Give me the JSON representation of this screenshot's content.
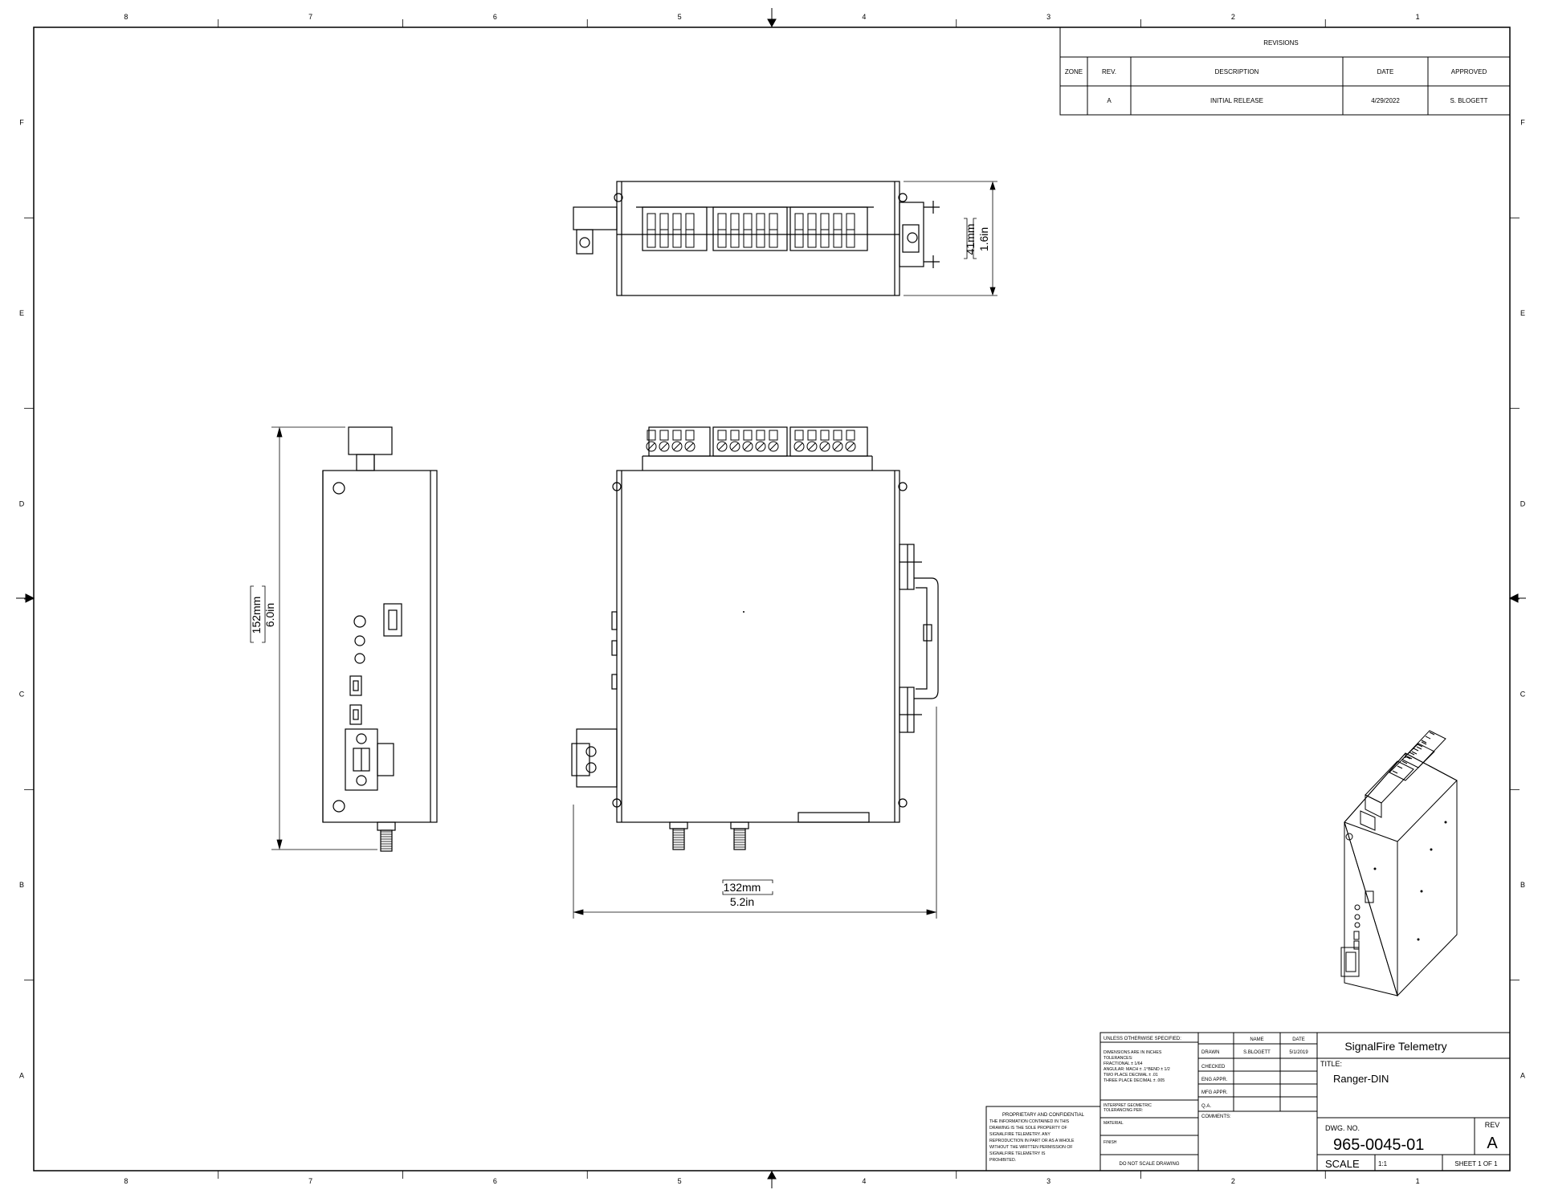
{
  "zones": {
    "top": [
      "8",
      "7",
      "6",
      "5",
      "4",
      "3",
      "2",
      "1"
    ],
    "bottom": [
      "8",
      "7",
      "6",
      "5",
      "4",
      "3",
      "2",
      "1"
    ],
    "left": [
      "F",
      "E",
      "D",
      "C",
      "B",
      "A"
    ],
    "right": [
      "F",
      "E",
      "D",
      "C",
      "B",
      "A"
    ]
  },
  "revisions": {
    "title": "REVISIONS",
    "headers": [
      "ZONE",
      "REV.",
      "DESCRIPTION",
      "DATE",
      "APPROVED"
    ],
    "rows": [
      {
        "zone": "",
        "rev": "A",
        "description": "INITIAL RELEASE",
        "date": "4/29/2022",
        "approved": "S. BLOGETT"
      }
    ]
  },
  "dimensions": {
    "height": {
      "mm": "152mm",
      "in": "6.0in"
    },
    "width": {
      "mm": "132mm",
      "in": "5.2in"
    },
    "depth": {
      "mm": "41mm",
      "in": "1.6in"
    }
  },
  "title_block": {
    "unless_otherwise": "UNLESS OTHERWISE SPECIFIED:",
    "tolerance_lines": [
      "DIMENSIONS ARE IN INCHES",
      "TOLERANCES:",
      "FRACTIONAL    ±  1/64",
      "ANGULAR: MACH    ± .1°BEND  ±  1/2",
      "TWO PLACE DECIMAL        ±   .01",
      "THREE PLACE DECIMAL      ±   .005"
    ],
    "interpret": [
      "INTERPRET GEOMETRIC",
      "TOLERANCING PER:"
    ],
    "material": "MATERIAL",
    "finish": "FINISH",
    "do_not_scale": "DO NOT SCALE DRAWING",
    "col_name": "NAME",
    "col_date": "DATE",
    "approvals": [
      {
        "role": "DRAWN",
        "name": "S.BLOGETT",
        "date": "5/1/2019"
      },
      {
        "role": "CHECKED",
        "name": "",
        "date": ""
      },
      {
        "role": "ENG APPR.",
        "name": "",
        "date": ""
      },
      {
        "role": "MFG APPR.",
        "name": "",
        "date": ""
      },
      {
        "role": "Q.A.",
        "name": "",
        "date": ""
      }
    ],
    "comments": "COMMENTS:",
    "proprietary_title": "PROPRIETARY AND CONFIDENTIAL",
    "proprietary_lines": [
      "THE INFORMATION CONTAINED IN THIS",
      "DRAWING IS THE SOLE PROPERTY OF",
      "SIGNALFIRE TELEMETRY. ANY",
      "REPRODUCTION IN PART OR AS A WHOLE",
      "WITHOUT THE WRITTEN PERMISSION OF",
      "SIGNALFIRE TELEMETRY IS",
      "PROHIBITED."
    ],
    "company": "SignalFire Telemetry",
    "title_label": "TITLE:",
    "title": "Ranger-DIN",
    "dwg_no_label": "DWG. NO.",
    "dwg_no": "965-0045-01",
    "rev_label": "REV",
    "rev": "A",
    "scale_label": "SCALE",
    "scale": "1:1",
    "sheet": "SHEET 1 OF 1"
  }
}
